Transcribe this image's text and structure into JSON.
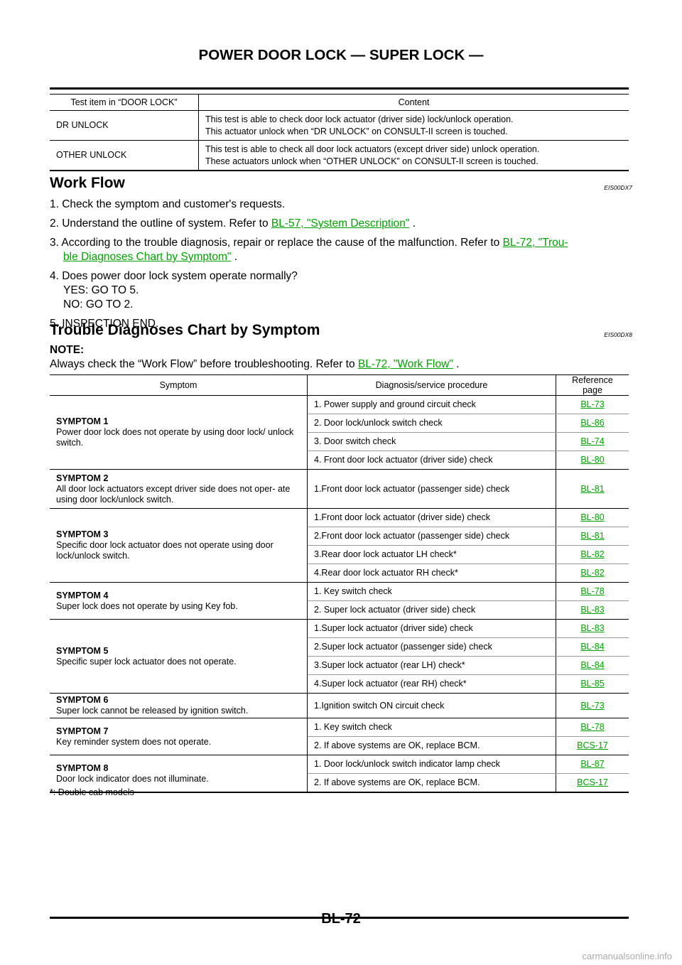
{
  "header": {
    "title": "POWER DOOR LOCK — SUPER LOCK —"
  },
  "test_table": {
    "headers": [
      "Test item in “DOOR LOCK”",
      "Content"
    ],
    "rows": [
      {
        "item": "DR UNLOCK",
        "line1": "This test is able to check door lock actuator (driver side) lock/unlock operation.",
        "line2": "This actuator unlock when “DR UNLOCK” on CONSULT-II screen is touched."
      },
      {
        "item": "OTHER UNLOCK",
        "line1": "This test is able to check all door lock actuators (except driver side) unlock operation.",
        "line2": "These actuators unlock when “OTHER UNLOCK” on CONSULT-II screen is touched."
      }
    ]
  },
  "work_flow": {
    "heading": "Work Flow",
    "code": "EIS00DX7",
    "step1": "1. Check the symptom and customer's requests.",
    "step2_pre": "2. Understand the outline of system. Refer to ",
    "step2_link": "BL-57, \"System Description\"",
    "step2_post": " .",
    "step3_pre": "3. According to the trouble diagnosis, repair or replace the cause of the malfunction. Refer to ",
    "step3_link_a": "BL-72, \"Trou-",
    "step3_link_b": "ble Diagnoses Chart by Symptom\"",
    "step3_post": " .",
    "step4": "4. Does power door lock system operate normally?",
    "step4_yes": "YES: GO TO 5.",
    "step4_no": "NO: GO TO 2.",
    "step5": "5. INSPECTION END."
  },
  "chart": {
    "heading": "Trouble Diagnoses Chart by Symptom",
    "code": "EIS00DX8",
    "note_label": "NOTE:",
    "note_pre": "Always check the “Work Flow” before troubleshooting. Refer to ",
    "note_link": "BL-72, \"Work Flow\"",
    "note_post": " .",
    "headers": [
      "Symptom",
      "Diagnosis/service procedure",
      "Reference page"
    ],
    "groups": [
      {
        "name": "SYMPTOM 1",
        "desc": "Power door lock does not operate by using door lock/ unlock switch.",
        "rows": [
          {
            "proc": "1. Power supply and ground circuit check",
            "ref": "BL-73"
          },
          {
            "proc": "2. Door lock/unlock switch check",
            "ref": "BL-86"
          },
          {
            "proc": "3. Door switch check",
            "ref": "BL-74"
          },
          {
            "proc": "4. Front door lock actuator (driver side) check",
            "ref": "BL-80"
          }
        ]
      },
      {
        "name": "SYMPTOM 2",
        "desc": "All door lock actuators except driver side does not oper- ate using door lock/unlock switch.",
        "rows": [
          {
            "proc": "1.Front door lock actuator (passenger side) check",
            "ref": "BL-81"
          }
        ]
      },
      {
        "name": "SYMPTOM 3",
        "desc": "Specific door lock actuator does not operate using door lock/unlock switch.",
        "rows": [
          {
            "proc": "1.Front door lock actuator (driver side) check",
            "ref": "BL-80"
          },
          {
            "proc": "2.Front door lock actuator (passenger side) check",
            "ref": "BL-81"
          },
          {
            "proc": "3.Rear door lock actuator LH check*",
            "ref": "BL-82"
          },
          {
            "proc": "4.Rear door lock actuator RH check*",
            "ref": "BL-82"
          }
        ]
      },
      {
        "name": "SYMPTOM 4",
        "desc": "Super lock does not operate by using Key fob.",
        "rows": [
          {
            "proc": "1. Key switch check",
            "ref": "BL-78"
          },
          {
            "proc": "2. Super lock actuator (driver side) check",
            "ref": "BL-83"
          }
        ]
      },
      {
        "name": "SYMPTOM 5",
        "desc": "Specific super lock actuator does not operate.",
        "rows": [
          {
            "proc": "1.Super lock actuator (driver side) check",
            "ref": "BL-83"
          },
          {
            "proc": "2.Super lock actuator (passenger side) check",
            "ref": "BL-84"
          },
          {
            "proc": "3.Super lock actuator (rear LH) check*",
            "ref": "BL-84"
          },
          {
            "proc": "4.Super lock actuator (rear RH) check*",
            "ref": "BL-85"
          }
        ]
      },
      {
        "name": "SYMPTOM 6",
        "desc": "Super lock cannot be released by ignition switch.",
        "rows": [
          {
            "proc": "1.Ignition switch ON circuit check",
            "ref": "BL-73"
          }
        ]
      },
      {
        "name": "SYMPTOM 7",
        "desc": "Key reminder system does not operate.",
        "rows": [
          {
            "proc": "1. Key switch check",
            "ref": "BL-78"
          },
          {
            "proc": "2. If above systems are OK, replace BCM.",
            "ref": "BCS-17"
          }
        ]
      },
      {
        "name": "SYMPTOM 8",
        "desc": "Door lock indicator does not illuminate.",
        "rows": [
          {
            "proc": "1. Door lock/unlock switch indicator lamp check",
            "ref": "BL-87"
          },
          {
            "proc": "2. If above systems are OK, replace BCM.",
            "ref": "BCS-17"
          }
        ]
      }
    ],
    "footnote": "*: Double cab models"
  },
  "footer": {
    "page": "BL-72",
    "watermark": "carmanualsonline.info"
  },
  "colors": {
    "link": "#00a000",
    "text": "#000000",
    "watermark": "#aaaaaa"
  }
}
